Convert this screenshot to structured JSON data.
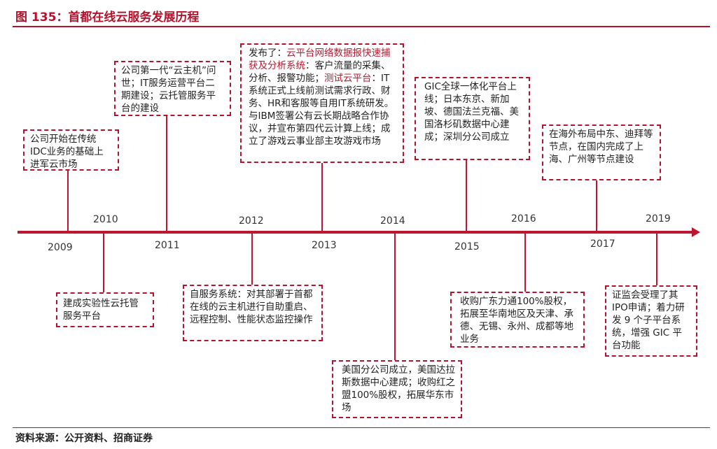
{
  "title": "图 135：首都在线云服务发展历程",
  "footer": "资料来源：公开资料、招商证券",
  "years": [
    "2009",
    "2010",
    "2011",
    "2012",
    "2013",
    "2014",
    "2015",
    "2016",
    "2017",
    "2019"
  ],
  "events": {
    "y2009": "公司开始在传统IDC业务的基础上进军云市场",
    "y2010": "建成实验性云托管服务平台",
    "y2011": "公司第一代“云主机”问世；IT服务运营平台二期建设；云托管服务平台的建设",
    "y2012": "自服务系统：对其部署于首都在线的云主机进行自助重启、远程控制、性能状态监控操作",
    "y2013": [
      {
        "text": "发布了：",
        "red": false
      },
      {
        "text": "云平台网络数据报快速捕获及分析系统",
        "red": true
      },
      {
        "text": "：客户流量的采集、分析、报警功能；",
        "red": false
      },
      {
        "text": "测试云平台",
        "red": true
      },
      {
        "text": "：IT系统正式上线前测试需求行政、财务、HR和客服等自用IT系统研发。与IBM签署公有云长期战略合作协议，并宣布第四代云计算上线；成立了游戏云事业部主攻游戏市场",
        "red": false
      }
    ],
    "y2014": "美国分公司成立，美国达拉斯数据中心建成；收购红之盟100%股权，拓展华东市场",
    "y2015": "GIC全球一体化平台上线；日本东京、新加坡、德国法兰克福、美国洛杉矶数据中心建成；深圳分公司成立",
    "y2016": "收购广东力通100%股权，拓展至华南地区及天津、承德、无锡、永州、成都等地业务",
    "y2017": "在海外布局中东、迪拜等节点，在国内完成了上海、广州等节点建设",
    "y2019": "证监会受理了其IPO申请；着力研发 9 个子平台系统，增强 GIC 平台功能"
  },
  "colors": {
    "accent": "#c0152f"
  }
}
